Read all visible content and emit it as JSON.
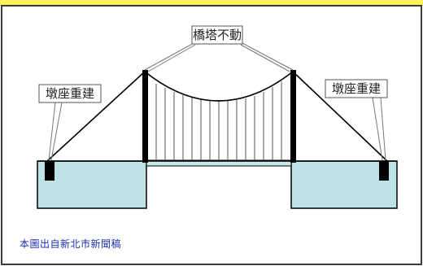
{
  "labels": {
    "tower": "橋塔不動",
    "left_pier": "墩座重建",
    "right_pier": "墩座重建"
  },
  "caption": "本圖出自新北市新聞稿",
  "colors": {
    "top_bar": "#fff15a",
    "water_fill": "#bde3e6",
    "deck_fill": "#c8e8ea",
    "tower": "#000000",
    "caption": "#1a2fb4"
  }
}
